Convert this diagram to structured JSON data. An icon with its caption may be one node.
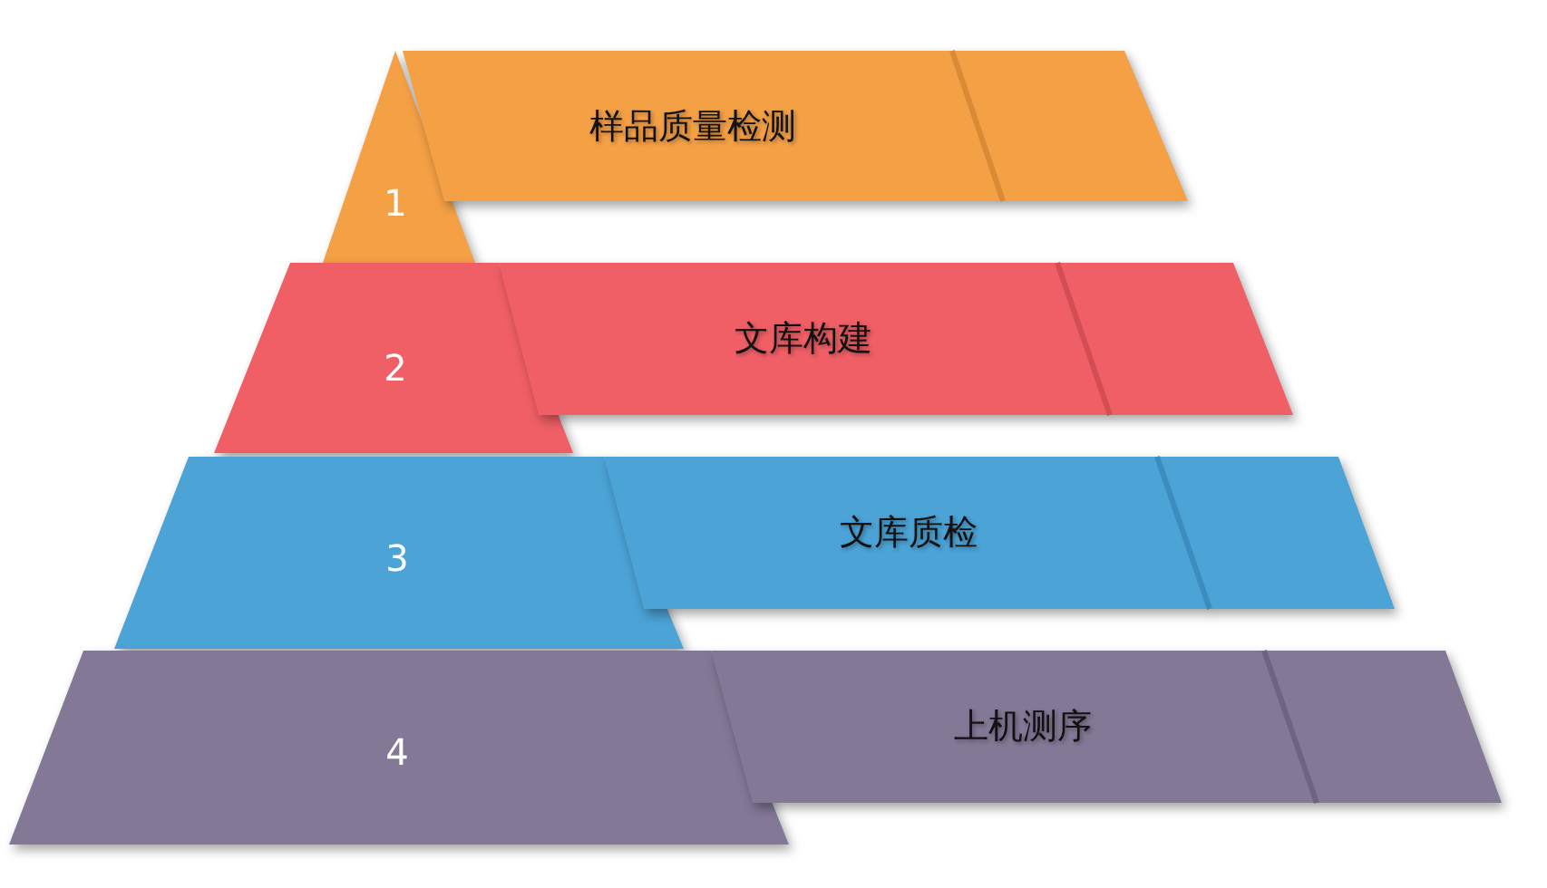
{
  "diagram": {
    "nodes": [
      {
        "text": [
          "1"
        ]
      },
      {
        "text": [
          "样品质量检测"
        ]
      },
      {
        "text": [
          "2"
        ]
      },
      {
        "text": [
          "文库构建"
        ]
      },
      {
        "text": [
          "3"
        ]
      },
      {
        "text": [
          "文库质检"
        ]
      },
      {
        "text": [
          "4"
        ]
      },
      {
        "text": [
          "上机测序"
        ]
      }
    ]
  }
}
